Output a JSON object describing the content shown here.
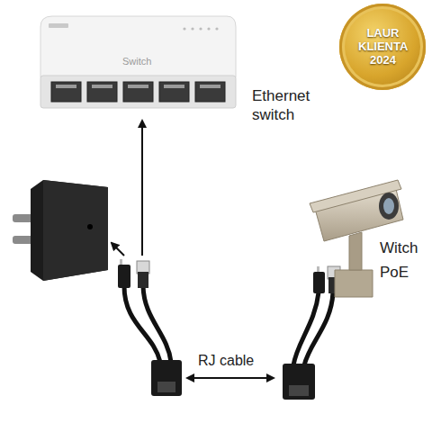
{
  "diagram": {
    "nodes": [
      {
        "text": [
          "Switch",
          "Ethernet switch"
        ]
      },
      {
        "text": [
          "LAUR KLIENTA 2024"
        ]
      },
      {
        "text": [
          "Witch PoE"
        ]
      }
    ],
    "labels": [
      "RJ cable"
    ]
  }
}
